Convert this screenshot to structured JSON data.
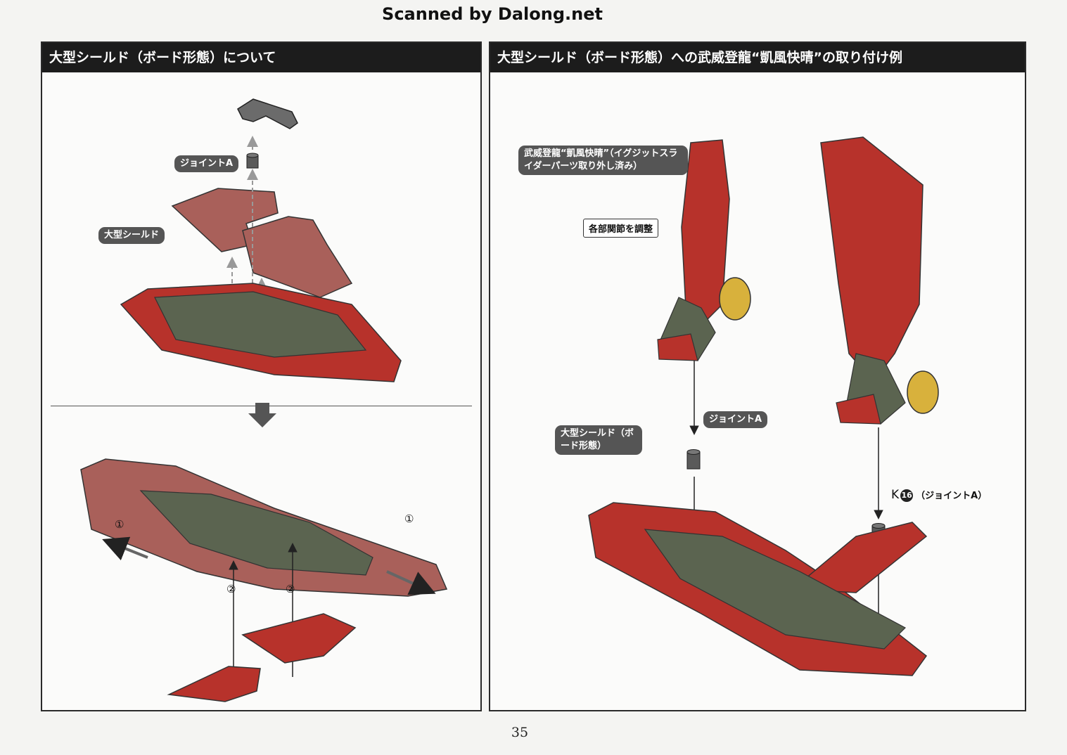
{
  "watermark": "Scanned by Dalong.net",
  "left_panel": {
    "title": "大型シールド（ボード形態）について",
    "labels": {
      "joint_a": "ジョイントA",
      "large_shield": "大型シールド"
    },
    "steps": {
      "step1": "①",
      "step2": "②"
    }
  },
  "right_panel": {
    "title": "大型シールド（ボード形態）への武威登龍“凱風快晴”の取り付け例",
    "labels": {
      "figure_name": "武威登龍“凱風快晴”（イグジットスライダーパーツ取り外し済み）",
      "adjust_joints": "各部関節を調整",
      "joint_a": "ジョイントA",
      "shield_board": "大型シールド（ボード形態）",
      "part_letter": "K",
      "part_number": "16",
      "part_note": "（ジョイントA）"
    }
  },
  "page_number": "35",
  "colors": {
    "shield_red": "#b7322b",
    "shield_red_dark": "#7e1f1b",
    "plate_brown": "#a9605a",
    "frame_green": "#5b6450",
    "yellow_part": "#d8b13c"
  }
}
